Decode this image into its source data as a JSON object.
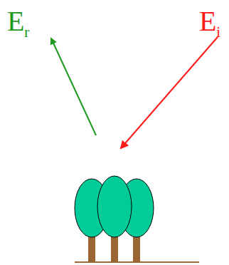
{
  "diagram": {
    "labels": [
      "E",
      "r",
      "E",
      "i"
    ]
  }
}
